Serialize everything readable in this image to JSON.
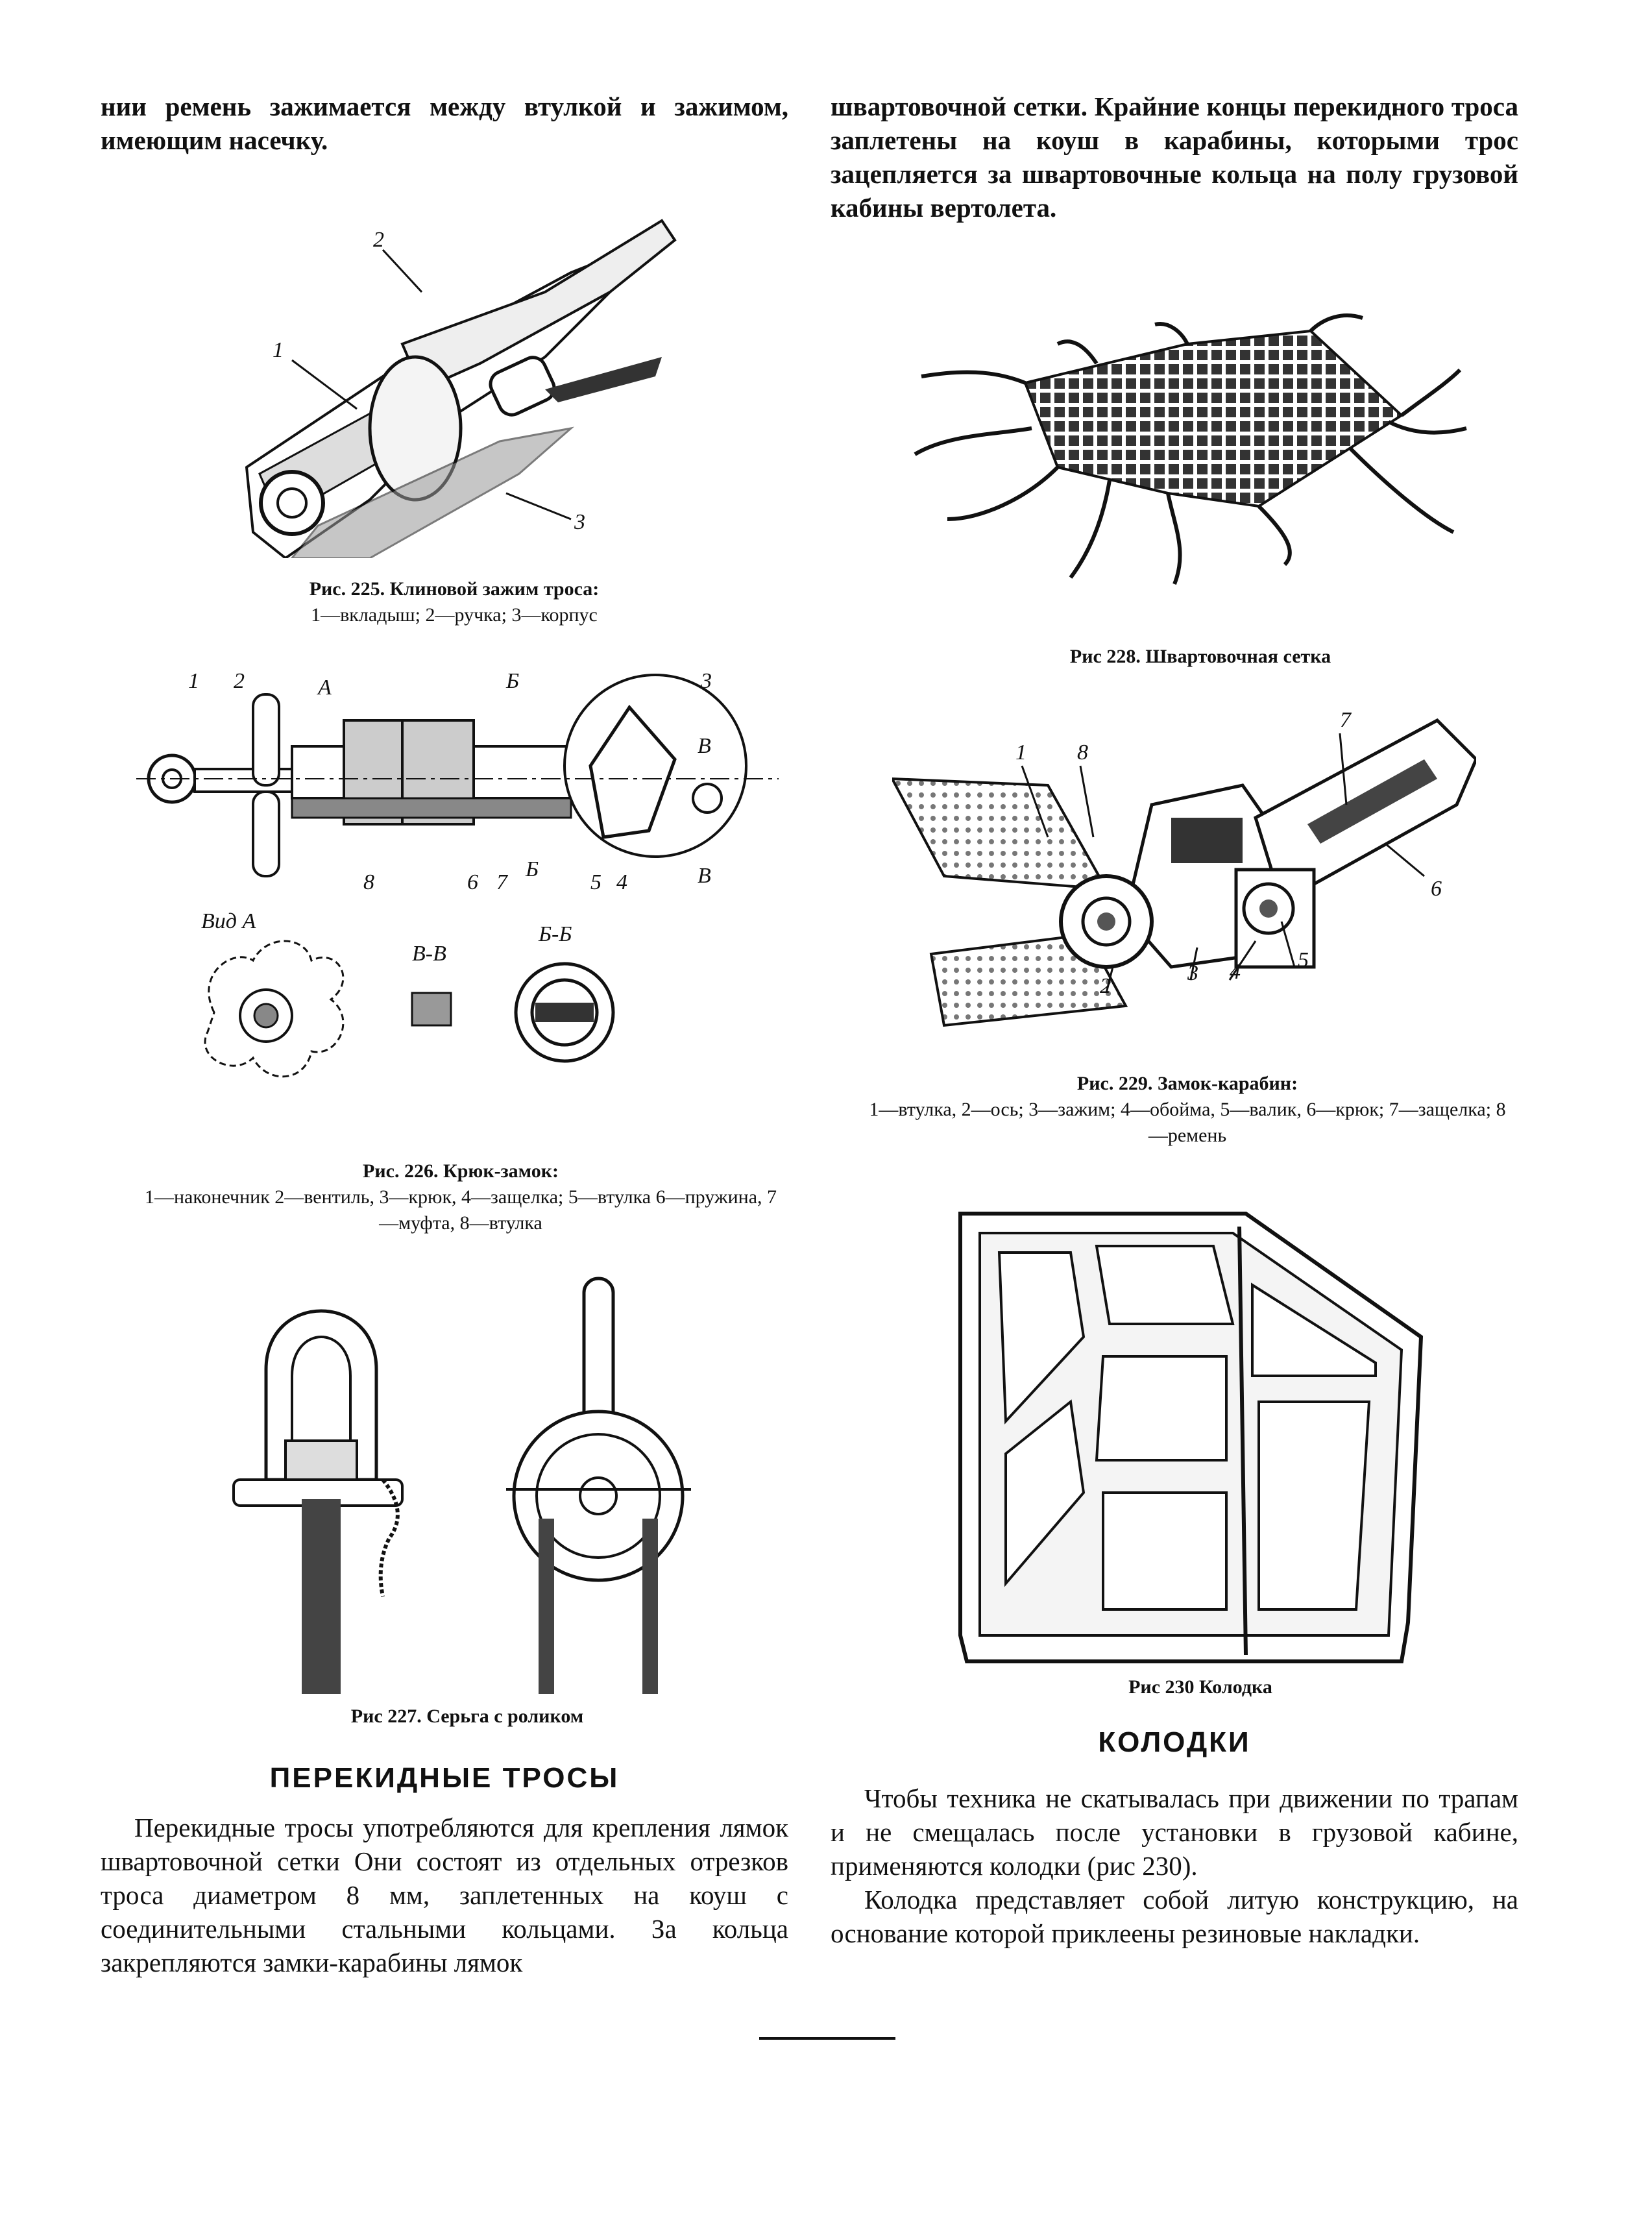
{
  "left_column": {
    "top_text": "нии ремень зажимается между втулкой и зажимом, имеющим насечку.",
    "fig225": {
      "title": "Рис. 225. Клиновой зажим троса:",
      "legend": "1—вкладыш; 2—ручка; 3—корпус",
      "labels": [
        "1",
        "2",
        "3"
      ]
    },
    "fig226": {
      "title": "Рис. 226. Крюк-замок:",
      "legend": "1—наконечник 2—вентиль, 3—крюк, 4—защелка; 5—втулка 6—пружина, 7—муфта, 8—втулка",
      "labels": [
        "1",
        "2",
        "3",
        "4",
        "5",
        "6",
        "7",
        "8",
        "А",
        "Б",
        "Б",
        "В",
        "В"
      ],
      "view_a": "Вид А",
      "view_vv": "В-В",
      "view_bb": "Б-Б"
    },
    "fig227": {
      "title": "Рис 227. Серьга с роликом"
    },
    "heading": "ПЕРЕКИДНЫЕ ТРОСЫ",
    "paragraph": "Перекидные тросы употребляются для крепления лямок швартовочной сетки Они состоят из отдельных отрезков троса диаметром 8 мм, заплетенных на коуш с соединительными стальными кольцами. За кольца закрепляются замки-карабины лямок"
  },
  "right_column": {
    "top_text": "швартовочной сетки. Крайние концы перекидного троса заплетены на коуш в карабины, которыми трос зацепляется за швартовочные кольца на полу грузовой кабины вертолета.",
    "fig228": {
      "title": "Рис 228. Швартовочная сетка"
    },
    "fig229": {
      "title": "Рис. 229. Замок-карабин:",
      "legend": "1—втулка, 2—ось; 3—зажим; 4—обойма, 5—валик, 6—крюк; 7—защелка; 8—ремень",
      "labels": [
        "1",
        "2",
        "3",
        "4",
        "5",
        "6",
        "7",
        "8"
      ]
    },
    "fig230": {
      "title": "Рис 230 Колодка"
    },
    "heading": "КОЛОДКИ",
    "paragraph1": "Чтобы техника не скатывалась при движении по трапам и не смещалась после установки в грузовой кабине, применяются колодки (рис 230).",
    "paragraph2": "Колодка представляет собой литую конструкцию, на основание которой приклеены резиновые накладки."
  }
}
